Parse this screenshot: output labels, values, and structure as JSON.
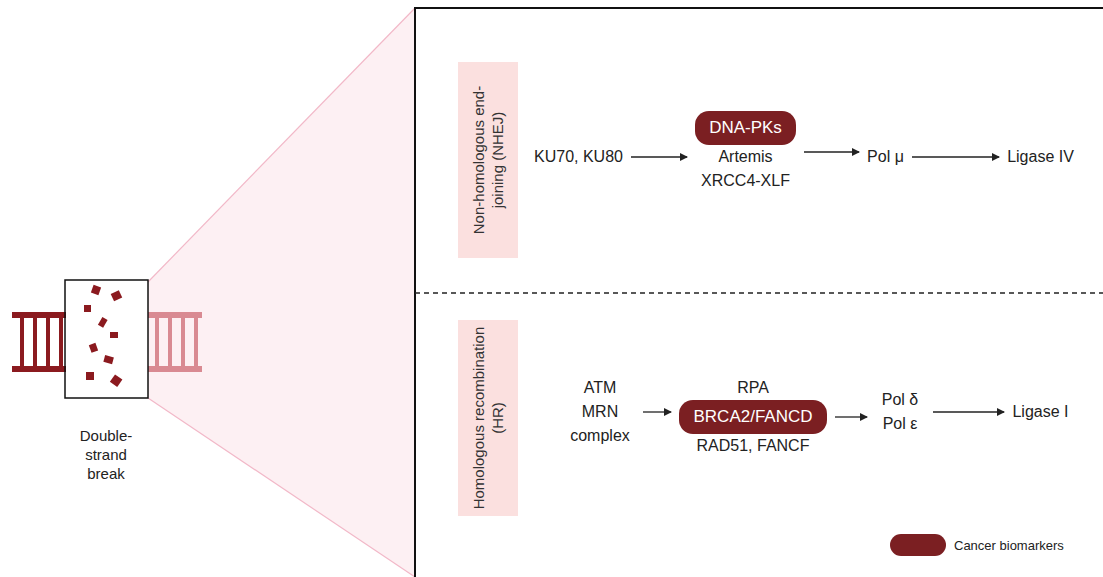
{
  "diagram": {
    "nodes": [
      {
        "text": [
          "Non-homologous end-joining (NHEJ)"
        ]
      },
      {
        "text": [
          "KU70, KU80"
        ]
      },
      {
        "text": [
          "DNA-PKs",
          "Artemis XRCC4-XLF"
        ]
      },
      {
        "text": [
          "Pol μ"
        ]
      },
      {
        "text": [
          "Ligase IV"
        ]
      },
      {
        "text": [
          "Homologous recombination (HR)"
        ]
      },
      {
        "text": [
          "ATM MRN complex"
        ]
      },
      {
        "text": [
          "RPA",
          "BRCA2/FANCD",
          "RAD51, FANCF"
        ]
      },
      {
        "text": [
          "Pol δ Pol ε"
        ]
      },
      {
        "text": [
          "Ligase I"
        ]
      }
    ],
    "edges": [
      {
        "from": 1,
        "to": 2,
        "arrow": "to"
      },
      {
        "from": 2,
        "to": 3,
        "arrow": "to"
      },
      {
        "from": 3,
        "to": 4,
        "arrow": "to"
      },
      {
        "from": 6,
        "to": 7,
        "arrow": "to"
      },
      {
        "from": 7,
        "to": 8,
        "arrow": "to"
      },
      {
        "from": 8,
        "to": 9,
        "arrow": "to"
      }
    ],
    "labels": [
      "Double-strand break"
    ],
    "legend": [
      {
        "text": "Cancer biomarkers",
        "color": "#7b1f22"
      }
    ]
  }
}
